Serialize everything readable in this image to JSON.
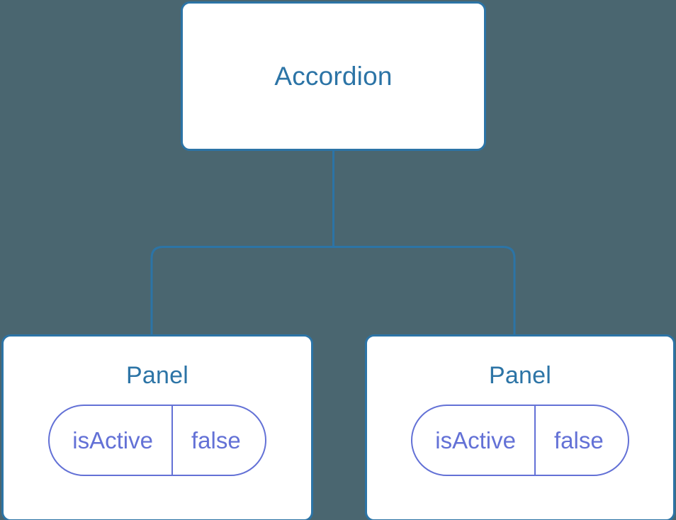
{
  "diagram": {
    "type": "component-tree",
    "background_color": "#4a6670",
    "node_border_color": "#2c74a6",
    "node_fill_color": "#ffffff",
    "node_title_color": "#2c74a6",
    "edge_color": "#2c74a6",
    "prop_color": "#6371d6",
    "nodes": [
      {
        "id": "accordion",
        "title": "Accordion",
        "props": []
      },
      {
        "id": "panel-left",
        "title": "Panel",
        "props": [
          {
            "key": "isActive",
            "value": "false"
          }
        ]
      },
      {
        "id": "panel-right",
        "title": "Panel",
        "props": [
          {
            "key": "isActive",
            "value": "false"
          }
        ]
      }
    ],
    "edges": [
      {
        "from": "accordion",
        "to": "panel-left"
      },
      {
        "from": "accordion",
        "to": "panel-right"
      }
    ]
  }
}
